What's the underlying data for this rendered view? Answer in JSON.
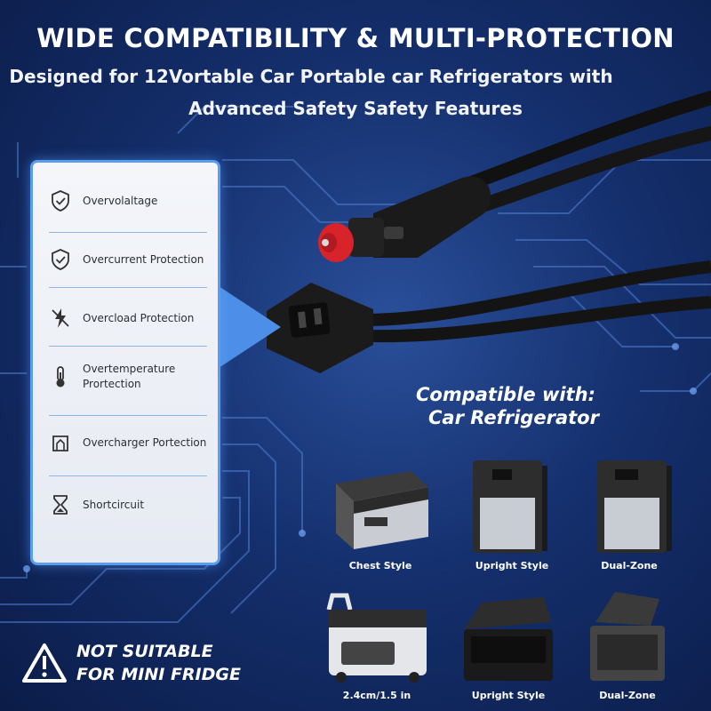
{
  "header": {
    "title": "WIDE COMPATIBILITY & MULTI-PROTECTION",
    "subtitle_line1": "Designed for 12Vortable Car Portable car Refrigerators with",
    "subtitle_line2": "Advanced Safety Safety Features"
  },
  "features": [
    {
      "icon": "shield-check-icon",
      "label": "Overvolaltage"
    },
    {
      "icon": "shield-check-icon",
      "label": "Overcurrent Protection"
    },
    {
      "icon": "lightning-slash-icon",
      "label": "Overcload Protection"
    },
    {
      "icon": "thermometer-icon",
      "label": "Overtemperature Prortection"
    },
    {
      "icon": "charger-icon",
      "label": "Overcharger Portection"
    },
    {
      "icon": "hourglass-icon",
      "label": "Shortcircuit"
    }
  ],
  "compatibility": {
    "title": "Compatible with:",
    "subtitle": "Car Refrigerator",
    "items": [
      {
        "label": "Chest Style"
      },
      {
        "label": "Upright Style"
      },
      {
        "label": "Dual-Zone"
      },
      {
        "label": "2.4cm/1.5 in"
      },
      {
        "label": "Upright Style"
      },
      {
        "label": "Dual-Zone"
      }
    ]
  },
  "warning": {
    "line1": "NOT SUITABLE",
    "line2": "FOR MINI FRIDGE"
  },
  "colors": {
    "background": "#15306e",
    "accent": "#4d8fe8",
    "plug_tip": "#d8232a"
  }
}
